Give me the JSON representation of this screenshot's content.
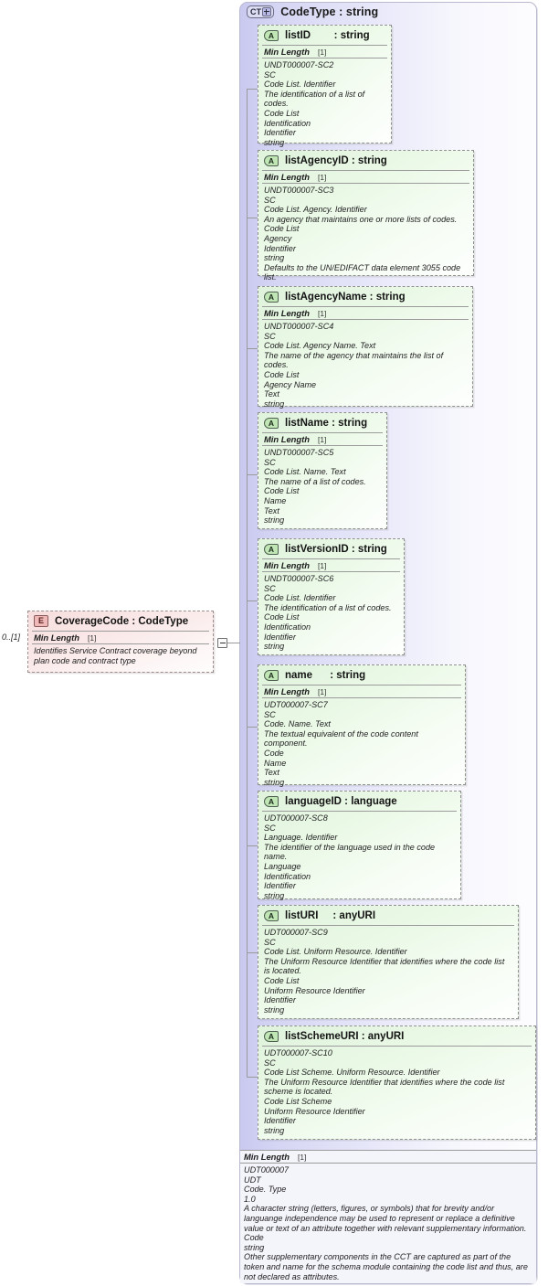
{
  "diagram": {
    "title": "XSD diagram: CoverageCode : CodeType",
    "container": {
      "badge": "CT",
      "badge_expand": "+",
      "title": "CodeType : string",
      "footer": {
        "facet_name": "Min Length",
        "facet_value": "[1]",
        "doc_lines": [
          "UDT000007",
          "UDT",
          "Code. Type",
          "1.0",
          "A character string (letters, figures, or symbols) that for brevity and/or languange independence may be used to represent or replace a definitive value or text of an attribute together with relevant supplementary information.",
          "Code",
          "string",
          "Other supplementary components in the CCT are captured as part of the token and name for the schema module containing the code list and thus, are not declared as attributes."
        ]
      }
    },
    "element": {
      "badge": "E",
      "title": "CoverageCode : CodeType",
      "cardinality": "0..[1]",
      "facet_name": "Min Length",
      "facet_value": "[1]",
      "doc_lines": [
        "Identifies Service Contract coverage beyond plan code and contract type"
      ],
      "collapse_toggle": "minus"
    },
    "attributes": [
      {
        "badge": "A",
        "title": "listID        : string",
        "has_facet": true,
        "facet_name": "Min Length",
        "facet_value": "[1]",
        "doc_lines": [
          "UNDT000007-SC2",
          "SC",
          "Code List. Identifier",
          "The identification of a list of codes.",
          "Code List",
          "Identification",
          "Identifier",
          "string"
        ]
      },
      {
        "badge": "A",
        "title": "listAgencyID : string",
        "has_facet": true,
        "facet_name": "Min Length",
        "facet_value": "[1]",
        "doc_lines": [
          "UNDT000007-SC3",
          "SC",
          "Code List. Agency. Identifier",
          "An agency that maintains one or more lists of codes.",
          "Code List",
          "Agency",
          "Identifier",
          "string",
          "Defaults to the UN/EDIFACT data element 3055 code list."
        ]
      },
      {
        "badge": "A",
        "title": "listAgencyName : string",
        "has_facet": true,
        "facet_name": "Min Length",
        "facet_value": "[1]",
        "doc_lines": [
          "UNDT000007-SC4",
          "SC",
          "Code List. Agency Name. Text",
          "The name of the agency that maintains the list of codes.",
          "Code List",
          "Agency Name",
          "Text",
          "string"
        ]
      },
      {
        "badge": "A",
        "title": "listName : string",
        "has_facet": true,
        "facet_name": "Min Length",
        "facet_value": "[1]",
        "doc_lines": [
          "UNDT000007-SC5",
          "SC",
          "Code List. Name. Text",
          "The name of a list of codes.",
          "Code List",
          "Name",
          "Text",
          "string"
        ]
      },
      {
        "badge": "A",
        "title": "listVersionID : string",
        "has_facet": true,
        "facet_name": "Min Length",
        "facet_value": "[1]",
        "doc_lines": [
          "UNDT000007-SC6",
          "SC",
          "Code List. Identifier",
          "The identification of a list of codes.",
          "Code List",
          "Identification",
          "Identifier",
          "string"
        ]
      },
      {
        "badge": "A",
        "title": "name      : string",
        "has_facet": true,
        "facet_name": "Min Length",
        "facet_value": "[1]",
        "doc_lines": [
          "UDT000007-SC7",
          "SC",
          "Code. Name. Text",
          "The textual equivalent of the code content component.",
          "Code",
          "Name",
          "Text",
          "string"
        ]
      },
      {
        "badge": "A",
        "title": "languageID : language",
        "has_facet": false,
        "facet_name": "",
        "facet_value": "",
        "doc_lines": [
          "UDT000007-SC8",
          "SC",
          "Language. Identifier",
          "The identifier of the language used in the code name.",
          "Language",
          "Identification",
          "Identifier",
          "string"
        ]
      },
      {
        "badge": "A",
        "title": "listURI     : anyURI",
        "has_facet": false,
        "facet_name": "",
        "facet_value": "",
        "doc_lines": [
          "UDT000007-SC9",
          "SC",
          "Code List. Uniform Resource. Identifier",
          "The Uniform Resource Identifier that identifies where the code list is located.",
          "Code List",
          "Uniform Resource Identifier",
          "Identifier",
          "string"
        ]
      },
      {
        "badge": "A",
        "title": "listSchemeURI : anyURI",
        "has_facet": false,
        "facet_name": "",
        "facet_value": "",
        "doc_lines": [
          "UDT000007-SC10",
          "SC",
          "Code List Scheme. Uniform Resource. Identifier",
          "The Uniform Resource Identifier that identifies where the code list scheme is located.",
          "Code List Scheme",
          "Uniform Resource Identifier",
          "Identifier",
          "string"
        ]
      }
    ],
    "colors": {
      "attribute_fill": "#e9f8e5",
      "element_fill": "#fae8e8",
      "container_fill": "#d9d9f5",
      "border": "#8f8f8f",
      "connector": "#9a9a9a"
    }
  }
}
